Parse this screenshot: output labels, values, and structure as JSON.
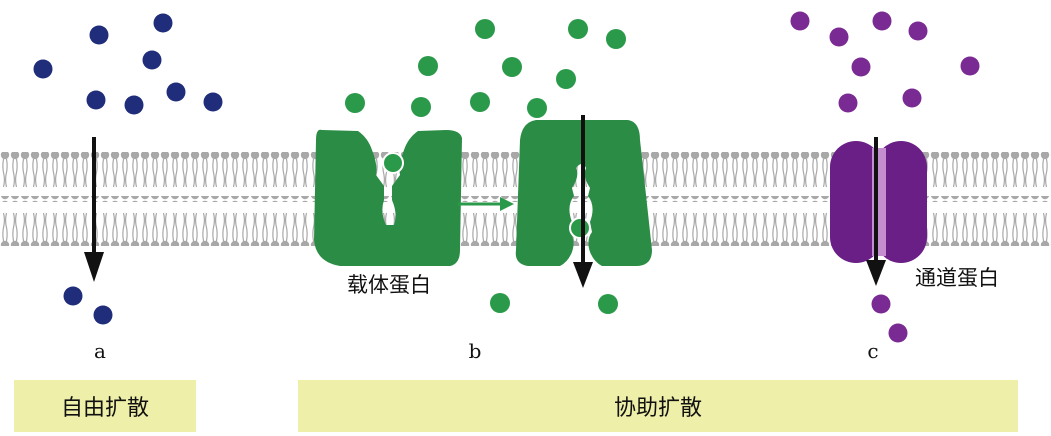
{
  "labels": {
    "a": "a",
    "b": "b",
    "c": "c",
    "carrier_protein": "载体蛋白",
    "channel_protein": "通道蛋白",
    "free_diffusion": "自由扩散",
    "facilitated_diffusion": "协助扩散"
  },
  "colors": {
    "free_particle": "#1f2d7a",
    "carrier_particle": "#2a9a4a",
    "carrier_protein": "#2b8d45",
    "channel_particle": "#7a2a93",
    "channel_protein": "#6a1f86",
    "membrane": "#a9a9a9",
    "arrow": "#111111",
    "band": "#eeefa8"
  },
  "icons": [
    "lipid-bilayer",
    "carrier-protein",
    "channel-protein",
    "down-arrow"
  ]
}
